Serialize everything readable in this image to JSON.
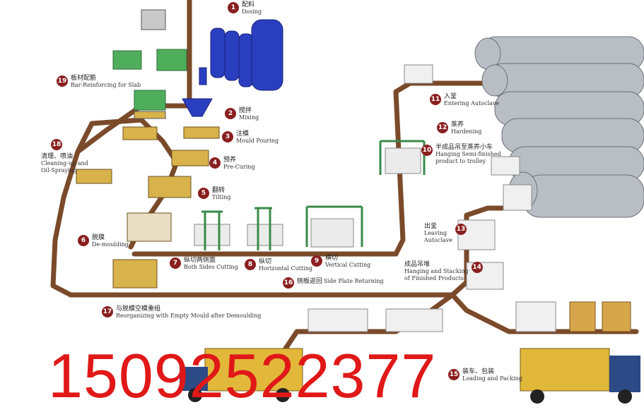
{
  "steps": [
    {
      "num": "1",
      "zh": "配料",
      "en": "Dosing"
    },
    {
      "num": "2",
      "zh": "搅拌",
      "en": "Mixing"
    },
    {
      "num": "3",
      "zh": "注模",
      "en": "Mould Pouring"
    },
    {
      "num": "4",
      "zh": "预养",
      "en": "Pre-Curing"
    },
    {
      "num": "5",
      "zh": "翻转",
      "en": "Tilting"
    },
    {
      "num": "6",
      "zh": "脱膜",
      "en": "De-moulding"
    },
    {
      "num": "7",
      "zh": "纵切两侧面",
      "en": "Both Sides Cutting"
    },
    {
      "num": "8",
      "zh": "纵切",
      "en": "Horizontal Cutting"
    },
    {
      "num": "9",
      "zh": "横切",
      "en": "Vertical Cutting"
    },
    {
      "num": "10",
      "zh": "半成品吊至蒸养小车",
      "en": "Hanging Semi-finished",
      "en2": "product to trolley"
    },
    {
      "num": "11",
      "zh": "入釜",
      "en": "Entering Autoclave"
    },
    {
      "num": "12",
      "zh": "蒸养",
      "en": "Hardening"
    },
    {
      "num": "13",
      "zh": "出釜",
      "en": "Leaving",
      "en2": "Autoclave"
    },
    {
      "num": "14",
      "zh": "成品吊堆",
      "en": "Hanging and Stacking",
      "en2": "of Finished Products"
    },
    {
      "num": "15",
      "zh": "装车、包装",
      "en": "Loading and Packing"
    },
    {
      "num": "16",
      "zh": "侧板返回",
      "en": "Side Plate Returning"
    },
    {
      "num": "17",
      "zh": "与脱模空模重组",
      "en": "Reorganizing with Empty Mould after Demoulding"
    },
    {
      "num": "18",
      "zh": "清理、喷油",
      "en": "Cleaning-up and",
      "en2": "Oil-Spraying"
    },
    {
      "num": "19",
      "zh": "板材配筋",
      "en": "Bar-Reinforcing for Slab"
    }
  ],
  "phone": "15092522377",
  "colors": {
    "track": "#7a4a2a",
    "badge": "#8a1f1f",
    "phone": "#e01818",
    "silo": "#2a3fc0",
    "mould": "#d8b24a",
    "truck": "#e2b83a",
    "autoclave": "#b9bec4"
  }
}
